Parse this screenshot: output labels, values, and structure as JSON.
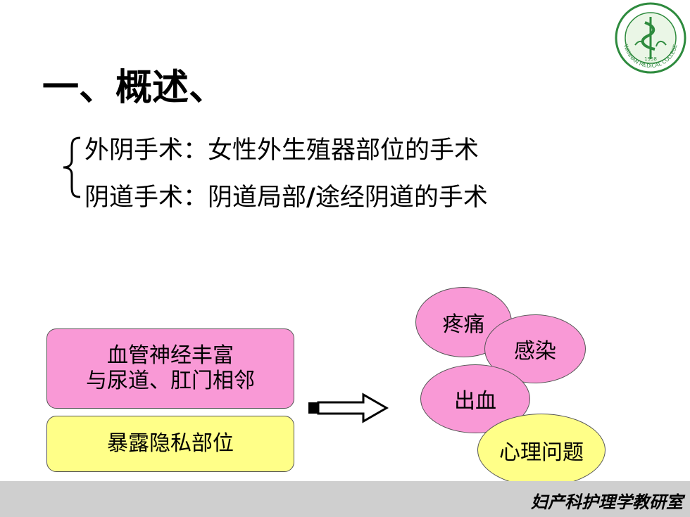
{
  "title": "一、概述、",
  "definitions": [
    {
      "text": "外阴手术：女性外生殖器部位的手术"
    },
    {
      "before": "阴道手术：阴道局部",
      "slash": "/",
      "after": "途经阴道的手术"
    }
  ],
  "features": {
    "line1": "血管神经丰富",
    "line2": "与尿道、肛门相邻",
    "exposure": "暴露隐私部位"
  },
  "problems": {
    "pain": "疼痛",
    "infection": "感染",
    "bleeding": "出血",
    "psychological": "心理问题"
  },
  "footer": "妇产科护理学教研室",
  "logo": {
    "year": "1958",
    "arc_text": "WANNAN MEDICAL COLLEGE",
    "colors": {
      "green": "#2e8b3e",
      "light": "#eaf6e6"
    }
  },
  "colors": {
    "pink": "#f999d6",
    "yellow": "#ffff88",
    "footer_bar": "#cfcfcf"
  }
}
